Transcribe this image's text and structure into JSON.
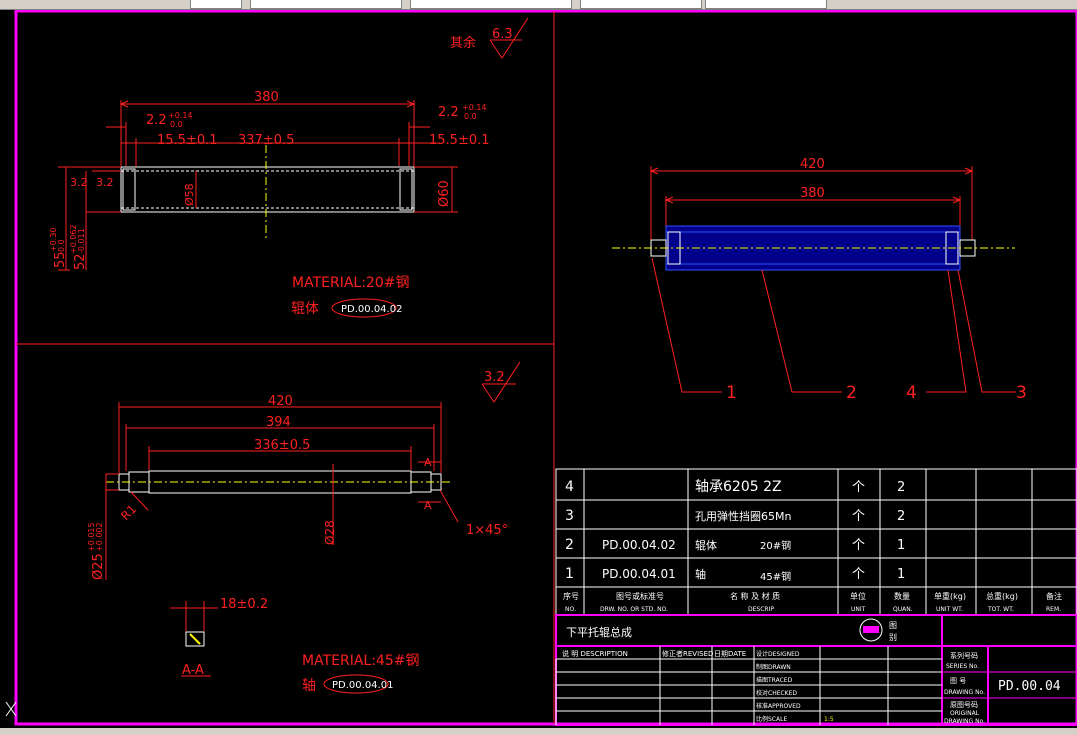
{
  "colors": {
    "background": "#000000",
    "border": "#ff00ff",
    "line": "#ff2020",
    "part": "#ffffff",
    "axis": "#ffff00",
    "fill_blue": "#00008b",
    "blue": "#3050ff",
    "text_white": "#ffffff"
  },
  "roller": {
    "dims": {
      "overall": "380",
      "groove_left": "2.2",
      "groove_right": "2.2",
      "tol_up": "+0.14",
      "tol_low": "0.0",
      "end_left": "15.5±0.1",
      "mid": "337±0.5",
      "end_right": "15.5±0.1",
      "dia_outer": "Ø60",
      "dia_inner": "Ø58",
      "chamfer_a": "3.2",
      "chamfer_b": "3.2",
      "bore_1": "55",
      "bore_1_up": "+0.30",
      "bore_1_low": "0.0",
      "bore_2": "52",
      "bore_2_up": "+0.062",
      "bore_2_low": "-0.011"
    },
    "roughness_label": "其余",
    "roughness_value": "6.3",
    "material": "MATERIAL:20#钢",
    "name": "辊体",
    "code": "PD.00.04.02"
  },
  "shaft": {
    "dims": {
      "overall": "420",
      "body": "394",
      "mid": "336±0.5",
      "dia_end": "Ø25",
      "dia_end_up": "+0.015",
      "dia_end_low": "+0.002",
      "dia_body": "Ø28",
      "radius": "R1",
      "chamfer": "1×45°",
      "section_mark_top": "A",
      "section_mark_bot": "A"
    },
    "roughness_value": "3.2",
    "section": {
      "dim": "18±0.2",
      "label": "A-A"
    },
    "material": "MATERIAL:45#钢",
    "name": "轴",
    "code": "PD.00.04.01"
  },
  "assembly": {
    "dims": {
      "overall": "420",
      "roller": "380"
    },
    "balloons": [
      "1",
      "2",
      "4",
      "3"
    ]
  },
  "bom": {
    "rows": [
      {
        "no": "4",
        "code": "",
        "name": "轴承6205 2Z",
        "material": "",
        "unit": "个",
        "qty": "2"
      },
      {
        "no": "3",
        "code": "",
        "name": "孔用弹性挡圈65Mn",
        "material": "",
        "unit": "个",
        "qty": "2"
      },
      {
        "no": "2",
        "code": "PD.00.04.02",
        "name": "辊体",
        "material": "20#钢",
        "unit": "个",
        "qty": "1"
      },
      {
        "no": "1",
        "code": "PD.00.04.01",
        "name": "轴",
        "material": "45#钢",
        "unit": "个",
        "qty": "1"
      }
    ],
    "headers": [
      {
        "cn": "序号",
        "en": "NO."
      },
      {
        "cn": "图号或标准号",
        "en": "DRW. NO. OR STD. NO."
      },
      {
        "cn": "名 称 及 材 质",
        "en": "DESCRIP"
      },
      {
        "cn": "单位",
        "en": "UNIT"
      },
      {
        "cn": "数量",
        "en": "QUAN."
      },
      {
        "cn": "单重(kg)",
        "en": "UNIT WT."
      },
      {
        "cn": "总重(kg)",
        "en": "TOT. WT."
      },
      {
        "cn": "备注",
        "en": "REM."
      }
    ]
  },
  "title_block": {
    "title": "下平托辊总成",
    "symbol_label_1": "图",
    "symbol_label_2": "别",
    "desc_header": "说 明  DESCRIPTION",
    "rev_header": "修正者REVISED",
    "date_header": "日期DATE",
    "signatures": [
      "设计DESIGNED",
      "制图DRAWN",
      "描图TRACED",
      "校对CHECKED",
      "核准APPROVED",
      "比例SCALE"
    ],
    "scale_value": "1:5",
    "series_label_cn": "系列号码",
    "series_label_en": "SERIES No.",
    "drawing_label_cn": "图    号",
    "drawing_label_en": "DRAWING No.",
    "drawing_no": "PD.00.04",
    "original_label_cn": "原图号码",
    "original_label_en1": "ORIGINAL",
    "original_label_en2": "DRAWING No."
  }
}
